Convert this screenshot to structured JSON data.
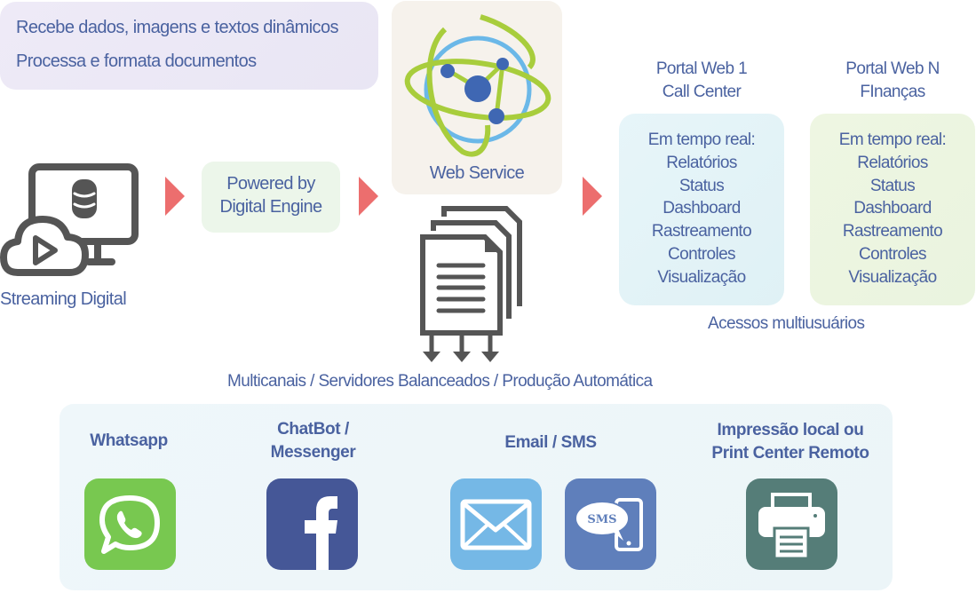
{
  "info_box": {
    "lines": [
      "Recebe dados, imagens e textos dinâmicos",
      "Processa e formata documentos"
    ]
  },
  "source": {
    "label": "Streaming Digital",
    "icon": "monitor-database-cloud-play-icon"
  },
  "engine": {
    "line1": "Powered by",
    "line2": "Digital Engine"
  },
  "web_service": {
    "label": "Web Service",
    "icon": "atom-network-icon"
  },
  "portals": [
    {
      "title_line1": "Portal Web 1",
      "title_line2": "Call Center",
      "items": [
        "Em tempo real:",
        "Relatórios",
        "Status",
        "Dashboard",
        "Rastreamento",
        "Controles",
        "Visualização"
      ]
    },
    {
      "title_line1": "Portal Web N",
      "title_line2": "FInanças",
      "items": [
        "Em tempo real:",
        "Relatórios",
        "Status",
        "Dashboard",
        "Rastreamento",
        "Controles",
        "Visualização"
      ]
    }
  ],
  "multi_user_label": "Acessos multiusuários",
  "documents_icon": "stacked-documents-output-icon",
  "channels_label": "Multicanais / Servidores Balanceados / Produção Automática",
  "channels": [
    {
      "title_line1": "Whatsapp",
      "title_line2": "",
      "icon": "whatsapp-icon",
      "color": "#78c850"
    },
    {
      "title_line1": "ChatBot /",
      "title_line2": "Messenger",
      "icon": "facebook-icon",
      "color": "#455797"
    },
    {
      "title_line1": "Email / SMS",
      "title_line2": "",
      "icons": [
        "envelope-icon",
        "sms-phone-icon"
      ],
      "colors": [
        "#75b8e6",
        "#5f7fbb"
      ]
    },
    {
      "title_line1": "Impressão local ou",
      "title_line2": "Print Center Remoto",
      "icon": "printer-icon",
      "color": "#557d78"
    }
  ],
  "sms_badge": "SMS",
  "colors": {
    "text": "#4a62a0",
    "arrow": "#ec6e6e",
    "icon_gray": "#555555",
    "atom_green": "#a8cd3c",
    "atom_blue": "#6bb8e8",
    "atom_node": "#3f67b3"
  }
}
